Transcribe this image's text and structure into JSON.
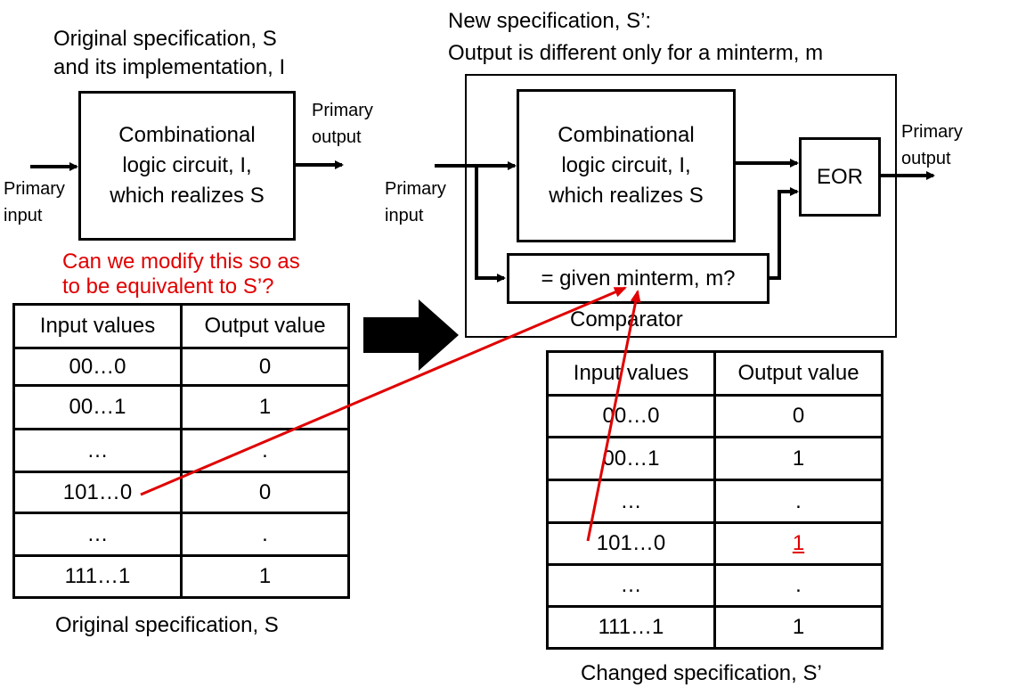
{
  "left": {
    "heading_line1": "Original specification, S",
    "heading_line2": "and its implementation, I",
    "circuit_line1": "Combinational",
    "circuit_line2": "logic circuit, I,",
    "circuit_line3": "which realizes S",
    "input_label_line1": "Primary",
    "input_label_line2": "input",
    "output_label_line1": "Primary",
    "output_label_line2": "output",
    "question_line1": "Can we modify this so as",
    "question_line2": "to be equivalent to S’?",
    "table": {
      "headers": [
        "Input values",
        "Output value"
      ],
      "rows": [
        [
          "00…0",
          "0"
        ],
        [
          "00…1",
          "1"
        ],
        [
          "…",
          "."
        ],
        [
          "101…0",
          "0"
        ],
        [
          "…",
          "."
        ],
        [
          "111…1",
          "1"
        ]
      ]
    },
    "caption": "Original specification, S"
  },
  "right": {
    "heading_line1": "New specification, S’:",
    "heading_line2": "Output is different only for a minterm, m",
    "circuit_line1": "Combinational",
    "circuit_line2": "logic circuit, I,",
    "circuit_line3": "which realizes S",
    "eor_label": "EOR",
    "comparator_text": "= given minterm, m?",
    "comparator_label": "Comparator",
    "input_label_line1": "Primary",
    "input_label_line2": "input",
    "output_label_line1": "Primary",
    "output_label_line2": "output",
    "table": {
      "headers": [
        "Input values",
        "Output value"
      ],
      "rows": [
        [
          "00…0",
          "0"
        ],
        [
          "00…1",
          "1"
        ],
        [
          "…",
          "."
        ],
        [
          "101…0",
          "1"
        ],
        [
          "…",
          "."
        ],
        [
          "111…1",
          "1"
        ]
      ]
    },
    "caption": "Changed specification, S’"
  },
  "colors": {
    "highlight": "#e00000",
    "line": "#000000"
  }
}
